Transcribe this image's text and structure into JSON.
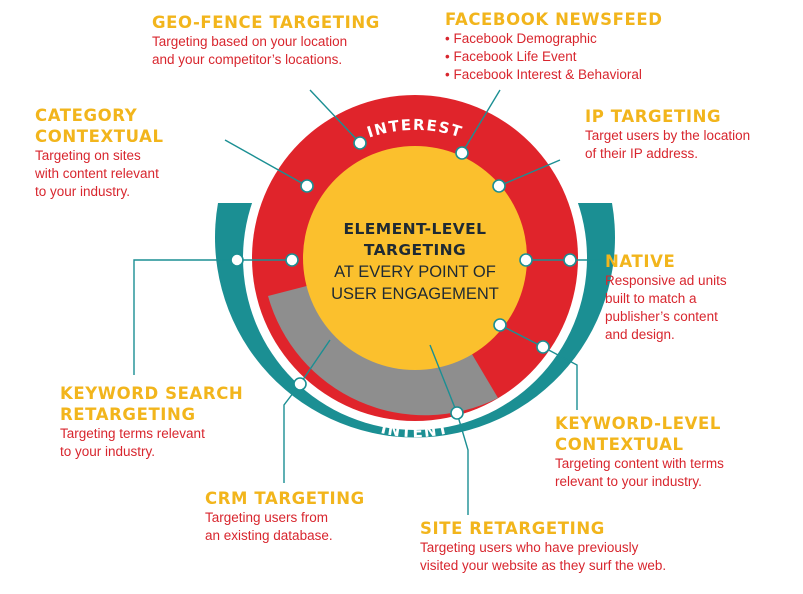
{
  "colors": {
    "teal": "#1B8F93",
    "red": "#E0242B",
    "gray": "#8E8E8E",
    "yellow": "#FBC02D",
    "heading": "#F2B51C",
    "desc_dark": "#3C3C3C",
    "desc_red": "#D8262E",
    "connector": "#1B8F93"
  },
  "center": {
    "line1": "ELEMENT-LEVEL",
    "line2": "TARGETING",
    "line3": "AT EVERY POINT OF",
    "line4": "USER ENGAGEMENT"
  },
  "rings": {
    "interest": "INTEREST",
    "intent": "INTENT"
  },
  "blocks": {
    "geo": {
      "title": [
        "GEO-FENCE TARGETING"
      ],
      "desc": [
        "Targeting based on your location",
        "and your competitor’s locations."
      ]
    },
    "facebook": {
      "title": [
        "FACEBOOK NEWSFEED"
      ],
      "desc": [
        "• Facebook Demographic",
        "• Facebook Life Event",
        "• Facebook Interest & Behavioral"
      ]
    },
    "category": {
      "title": [
        "CATEGORY",
        "CONTEXTUAL"
      ],
      "desc": [
        "Targeting on sites",
        "with content relevant",
        "to your industry."
      ]
    },
    "ip": {
      "title": [
        "IP TARGETING"
      ],
      "desc": [
        "Target users by the location",
        "of their IP address."
      ]
    },
    "native": {
      "title": [
        "NATIVE"
      ],
      "desc": [
        "Responsive ad units",
        "built to match a",
        "publisher’s content",
        "and design."
      ]
    },
    "keyword_search": {
      "title": [
        "KEYWORD SEARCH",
        "RETARGETING"
      ],
      "desc": [
        "Targeting terms relevant",
        "to your industry."
      ]
    },
    "keyword_level": {
      "title": [
        "KEYWORD-LEVEL",
        "CONTEXTUAL"
      ],
      "desc": [
        "Targeting content with terms",
        "relevant to your industry."
      ]
    },
    "crm": {
      "title": [
        "CRM TARGETING"
      ],
      "desc": [
        "Targeting users from",
        "an existing database."
      ]
    },
    "site": {
      "title": [
        "SITE RETARGETING"
      ],
      "desc": [
        "Targeting users who have previously",
        "visited your website as they surf the web."
      ]
    }
  }
}
